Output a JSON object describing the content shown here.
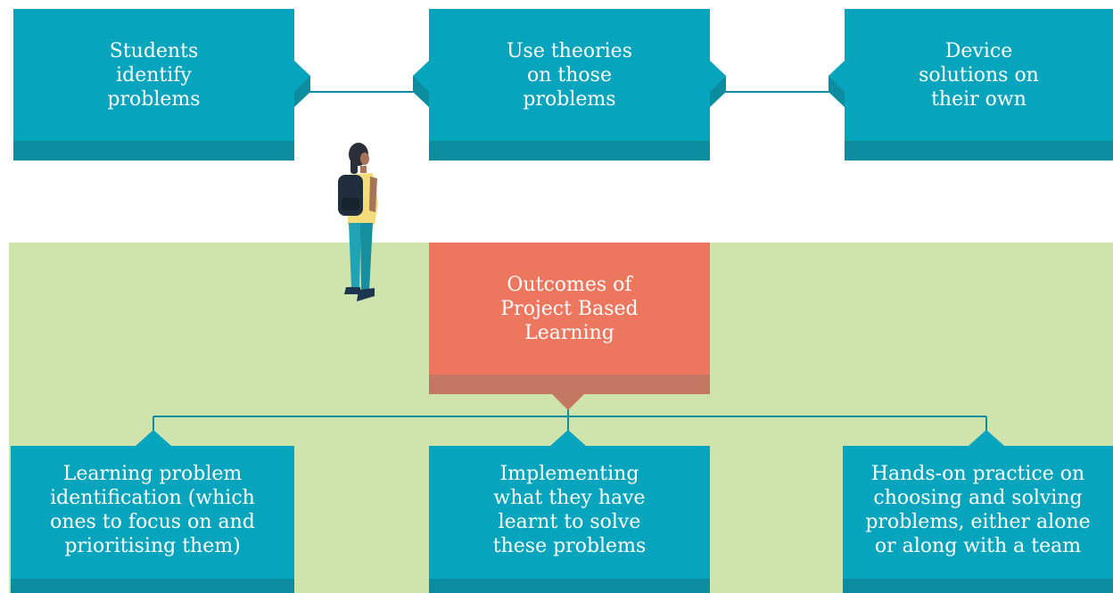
{
  "top_steps": [
    {
      "label": "Students\nidentify\nproblems"
    },
    {
      "label": "Use theories\non those\nproblems"
    },
    {
      "label": "Device\nsolutions on\ntheir own"
    }
  ],
  "center": {
    "label": "Outcomes of\nProject Based\nLearning"
  },
  "outcomes": [
    {
      "label": "Learning problem\nidentification (which\nones to focus on and\nprioritising them)"
    },
    {
      "label": "Implementing\nwhat they have\nlearnt to solve\nthese problems"
    },
    {
      "label": "Hands-on practice on\nchoosing and solving\nproblems, either alone\nor along with a team"
    }
  ],
  "colors": {
    "teal": "#06a5bd",
    "teal_dark": "#0b8d9f",
    "orange": "#ed765e",
    "orange_dark": "#c47763",
    "green": "#cfe3ac"
  },
  "figure": {
    "type": "student-with-backpack-illustration"
  }
}
